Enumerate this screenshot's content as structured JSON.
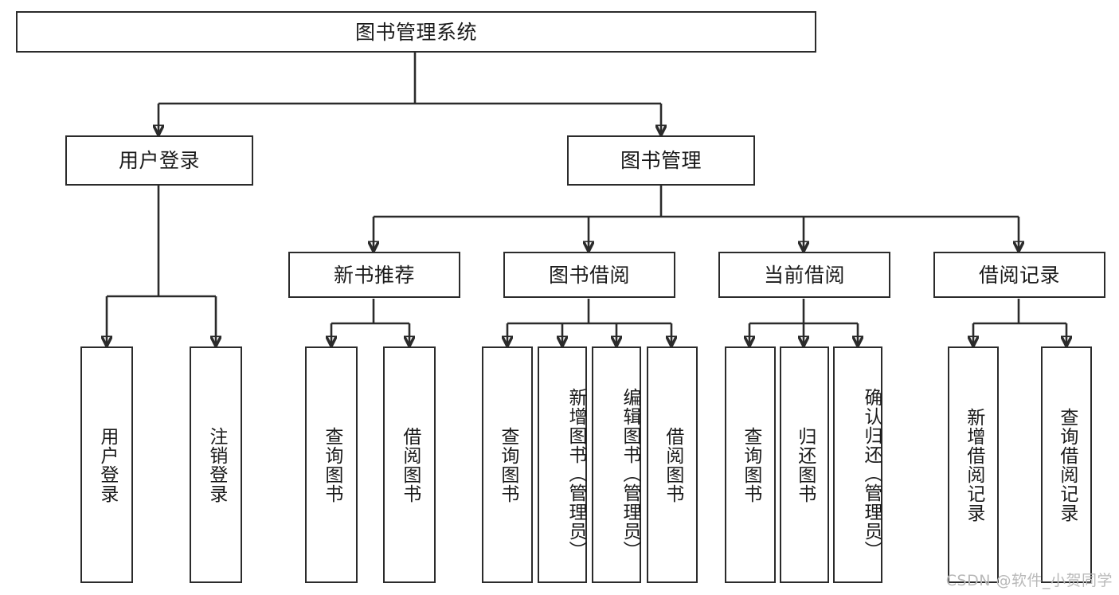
{
  "diagram": {
    "type": "tree-hierarchy",
    "title": "图书管理系统",
    "root": {
      "label": "图书管理系统"
    },
    "level2": [
      {
        "id": "user-login",
        "label": "用户登录"
      },
      {
        "id": "book-manage",
        "label": "图书管理"
      }
    ],
    "level3": [
      {
        "id": "new-book-recommend",
        "label": "新书推荐",
        "parent": "book-manage"
      },
      {
        "id": "book-borrow",
        "label": "图书借阅",
        "parent": "book-manage"
      },
      {
        "id": "current-borrow",
        "label": "当前借阅",
        "parent": "book-manage"
      },
      {
        "id": "borrow-record",
        "label": "借阅记录",
        "parent": "book-manage"
      }
    ],
    "leaves": {
      "user-login": [
        {
          "id": "leaf-user-login",
          "label": "用户登录"
        },
        {
          "id": "leaf-user-logout",
          "label": "注销登录"
        }
      ],
      "new-book-recommend": [
        {
          "id": "leaf-query-book-1",
          "label": "查询图书"
        },
        {
          "id": "leaf-borrow-book-1",
          "label": "借阅图书"
        }
      ],
      "book-borrow": [
        {
          "id": "leaf-query-book-2",
          "label": "查询图书"
        },
        {
          "id": "leaf-add-book",
          "label": "新增图书（管理员）"
        },
        {
          "id": "leaf-edit-book",
          "label": "编辑图书（管理员）"
        },
        {
          "id": "leaf-borrow-book-2",
          "label": "借阅图书"
        }
      ],
      "current-borrow": [
        {
          "id": "leaf-query-book-3",
          "label": "查询图书"
        },
        {
          "id": "leaf-return-book",
          "label": "归还图书"
        },
        {
          "id": "leaf-confirm-return",
          "label": "确认归还（管理员）"
        }
      ],
      "borrow-record": [
        {
          "id": "leaf-add-record",
          "label": "新增借阅记录"
        },
        {
          "id": "leaf-query-record",
          "label": "查询借阅记录"
        }
      ]
    },
    "colors": {
      "stroke": "#2b2b2b",
      "background": "#ffffff",
      "text": "#1a1a1a",
      "watermark": "#b9b9b9"
    }
  },
  "watermark": {
    "text": "CSDN @软件_小贺同学"
  }
}
